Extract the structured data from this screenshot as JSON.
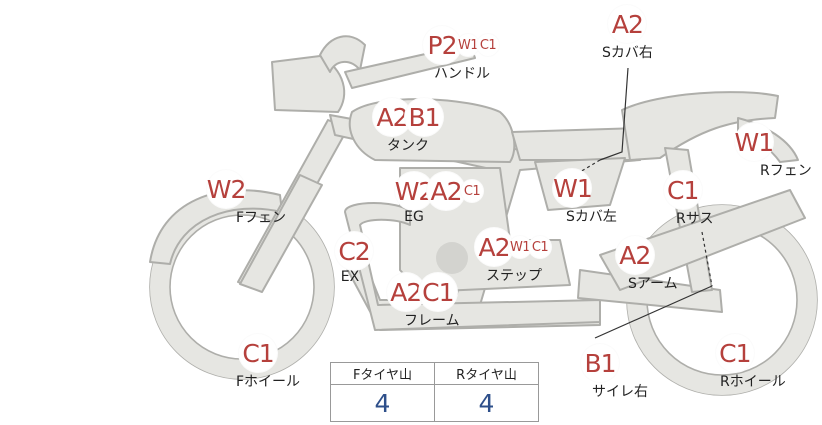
{
  "callouts": {
    "handle": {
      "grades": [
        "P2",
        "W1",
        "C1"
      ],
      "label": "ハンドル"
    },
    "scover_r": {
      "grades": [
        "A2"
      ],
      "label": "Sカバ右"
    },
    "tank": {
      "grades": [
        "A2",
        "B1"
      ],
      "label": "タンク"
    },
    "rfender": {
      "grades": [
        "W1"
      ],
      "label": "Rフェン"
    },
    "ffender": {
      "grades": [
        "W2"
      ],
      "label": "Fフェン"
    },
    "engine": {
      "grades": [
        "W2",
        "A2",
        "C1"
      ],
      "label": "EG"
    },
    "scover_l": {
      "grades": [
        "W1"
      ],
      "label": "Sカバ左"
    },
    "rsus": {
      "grades": [
        "C1"
      ],
      "label": "Rサス"
    },
    "exhaust": {
      "grades": [
        "C2"
      ],
      "label": "EX"
    },
    "step": {
      "grades": [
        "A2",
        "W1",
        "C1"
      ],
      "label": "ステップ"
    },
    "sarm": {
      "grades": [
        "A2"
      ],
      "label": "Sアーム"
    },
    "frame": {
      "grades": [
        "A2",
        "C1"
      ],
      "label": "フレーム"
    },
    "fwheel": {
      "grades": [
        "C1"
      ],
      "label": "Fホイール"
    },
    "muffler": {
      "grades": [
        "B1"
      ],
      "label": "サイレ右"
    },
    "rwheel": {
      "grades": [
        "C1"
      ],
      "label": "Rホイール"
    }
  },
  "tread": {
    "headers": [
      "Fタイヤ山",
      "Rタイヤ山"
    ],
    "values": [
      "4",
      "4"
    ]
  }
}
